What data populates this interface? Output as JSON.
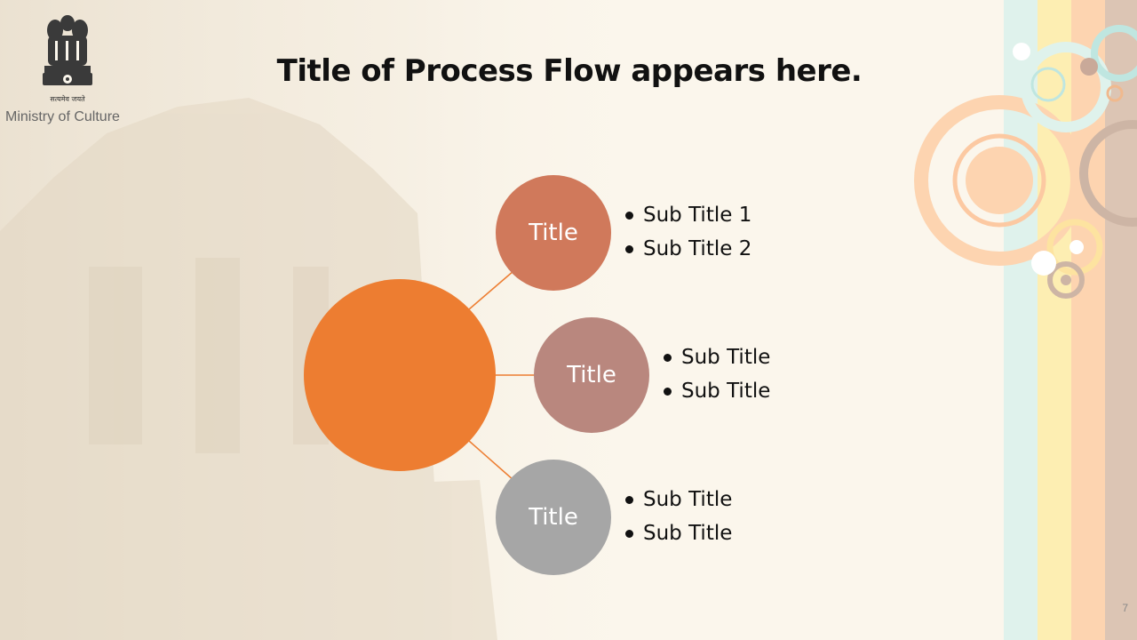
{
  "slide": {
    "title": "Title of Process Flow appears here.",
    "page_number": "7"
  },
  "branding": {
    "ministry": "Ministry of Culture",
    "motto": "सत्यमेव जयते"
  },
  "diagram": {
    "center_color": "#ed7d31",
    "nodes": [
      {
        "label": "Title",
        "color": "#d0795b",
        "subs": [
          "Sub Title 1",
          "Sub Title 2"
        ]
      },
      {
        "label": "Title",
        "color": "#b9877e",
        "subs": [
          "Sub Title",
          "Sub Title"
        ]
      },
      {
        "label": "Title",
        "color": "#a6a6a6",
        "subs": [
          "Sub Title",
          "Sub Title"
        ]
      }
    ]
  },
  "theme": {
    "stripe_colors": [
      "#dff2ec",
      "#fdeeb2",
      "#fdd4b0",
      "#dcc5b4"
    ],
    "connector_color": "#ed7d31"
  }
}
